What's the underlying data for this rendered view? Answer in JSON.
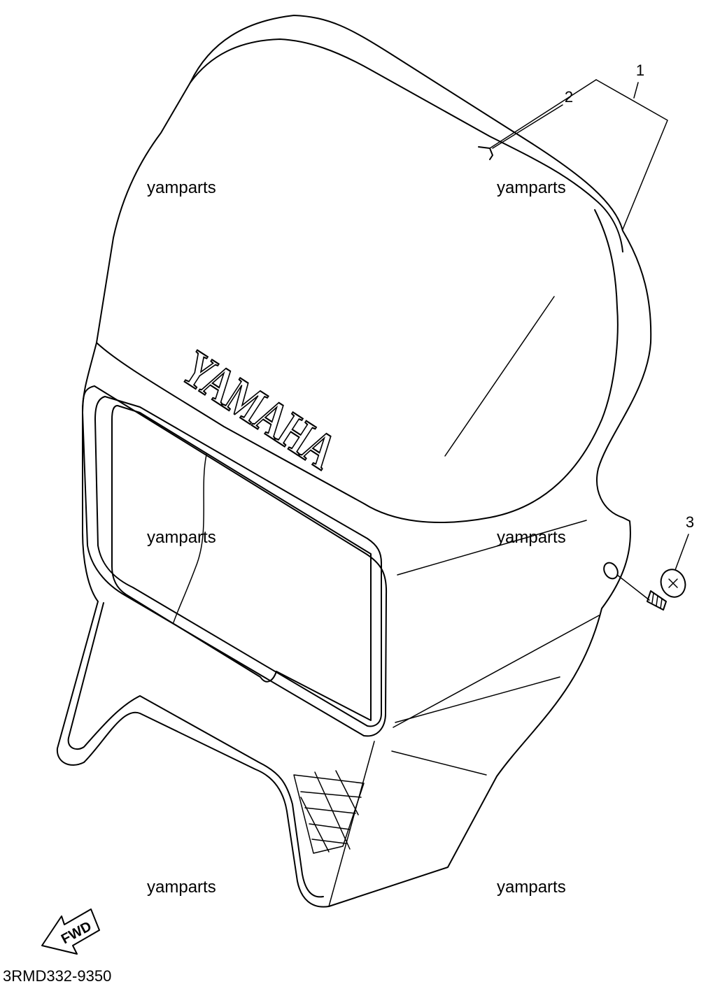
{
  "diagram": {
    "brand_text": "YAMAHA",
    "direction_label": "FWD",
    "part_code": "3RMD332-9350",
    "callouts": [
      "1",
      "2",
      "3"
    ],
    "watermark": "yamparts",
    "watermark_count": 6
  }
}
